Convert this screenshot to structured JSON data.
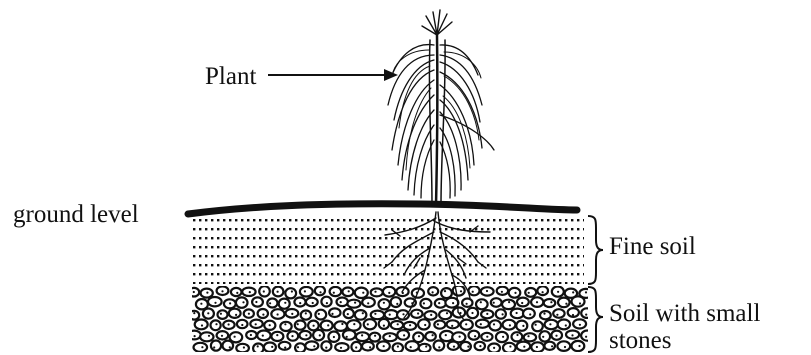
{
  "labels": {
    "plant": "Plant",
    "ground_level": "ground level",
    "fine_soil": "Fine soil",
    "stony_soil_line1": "Soil with small",
    "stony_soil_line2": "stones"
  },
  "colors": {
    "ink": "#111111",
    "background": "#ffffff"
  }
}
